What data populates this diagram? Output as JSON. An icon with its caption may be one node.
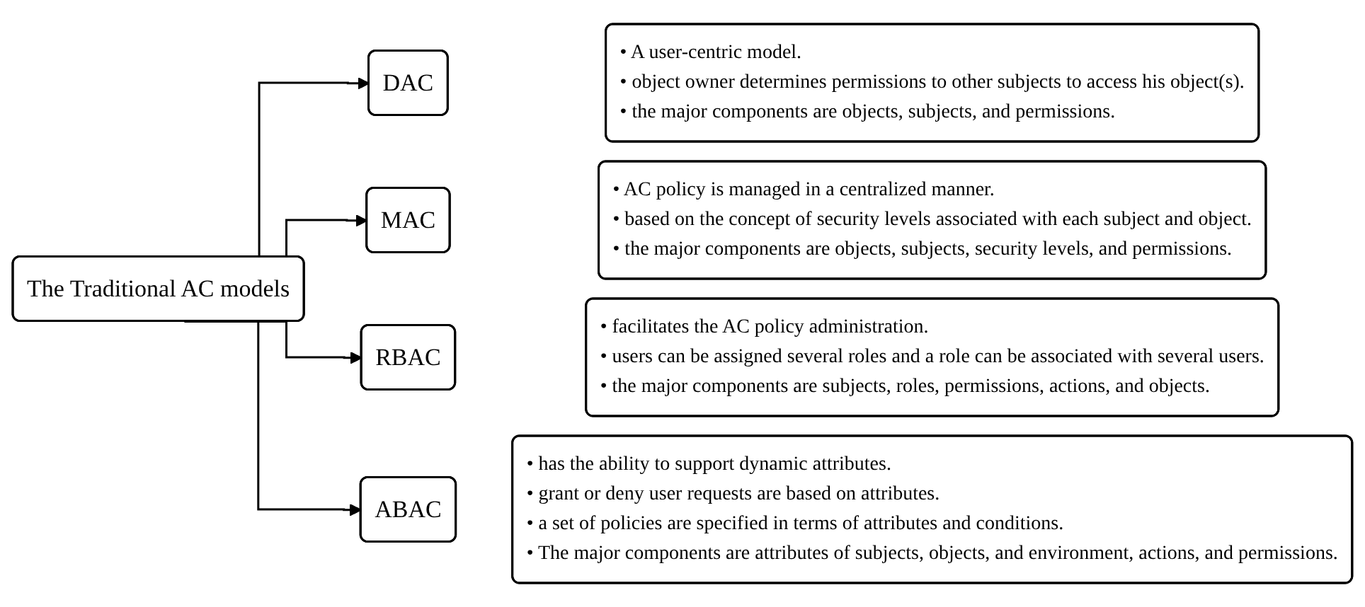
{
  "diagram": {
    "nodes": [
      {
        "text": [
          "The Traditional AC models"
        ]
      },
      {
        "text": [
          "DAC"
        ]
      },
      {
        "text": [
          "• A user-centric model.",
          "• object owner determines permissions to other subjects to access his object(s).",
          "• the major components are objects, subjects, and permissions."
        ]
      },
      {
        "text": [
          "MAC"
        ]
      },
      {
        "text": [
          "• AC policy is managed in a centralized manner.",
          "• based on the concept of security levels associated with each subject and object.",
          "• the major components are objects, subjects, security levels, and permissions."
        ]
      },
      {
        "text": [
          "RBAC"
        ]
      },
      {
        "text": [
          "• facilitates the AC policy administration.",
          "• users can be assigned several roles and a role can be associated with several users.",
          "• the major components are subjects, roles, permissions, actions, and objects."
        ]
      },
      {
        "text": [
          "ABAC"
        ]
      },
      {
        "text": [
          "• has the ability to support dynamic attributes.",
          "• grant or deny user requests are based on attributes.",
          "• a set of policies are specified in terms of attributes and conditions.",
          "• The major components are attributes of subjects, objects, and environment, actions, and permissions."
        ]
      }
    ],
    "edges": [
      {
        "from": 0,
        "to": 1,
        "arrow": "to"
      },
      {
        "from": 0,
        "to": 3,
        "arrow": "to"
      },
      {
        "from": 0,
        "to": 5,
        "arrow": "to"
      },
      {
        "from": 0,
        "to": 7,
        "arrow": "to"
      }
    ]
  }
}
